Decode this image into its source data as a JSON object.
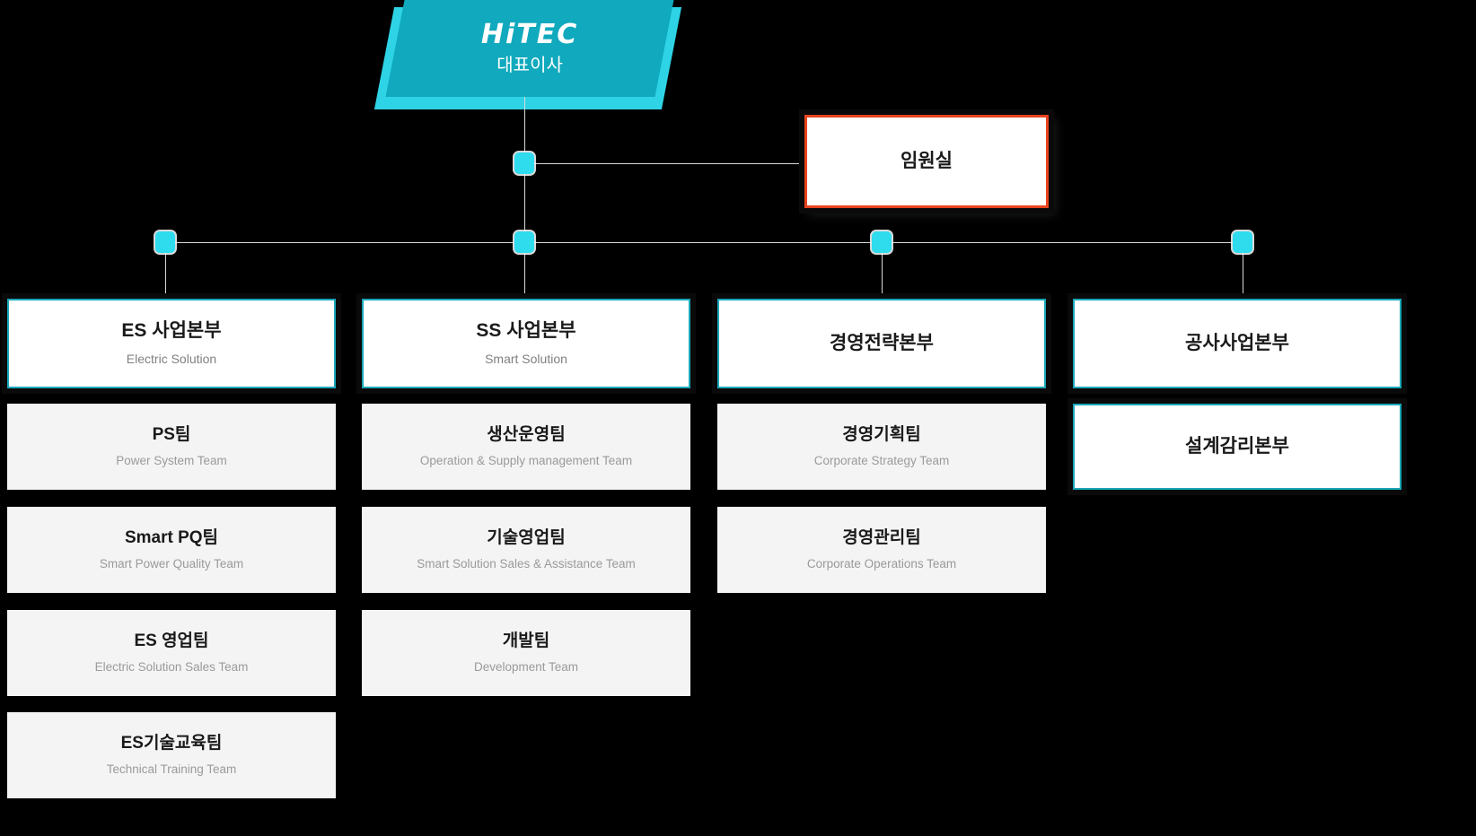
{
  "chart": {
    "type": "org-chart",
    "title": "HITEC Organization Chart",
    "colors": {
      "background": "#000000",
      "ceo_fill": "#10a9bd",
      "ceo_shadow": "#2ed4e6",
      "node": "#2fdcee",
      "division_border": "#1aa7b8",
      "executive_border": "#e8441f",
      "team_fill": "#f4f4f4",
      "line": "#d8d8d8"
    }
  },
  "ceo": {
    "logo": "HiTEC",
    "title": "대표이사"
  },
  "executive": {
    "title": "임원실"
  },
  "divisions": [
    {
      "id": "es",
      "kr": "ES 사업본부",
      "en": "Electric Solution",
      "teams": [
        {
          "kr": "PS팀",
          "en": "Power System Team"
        },
        {
          "kr": "Smart PQ팀",
          "en": "Smart Power Quality Team"
        },
        {
          "kr": "ES 영업팀",
          "en": "Electric Solution Sales Team"
        },
        {
          "kr": "ES기술교육팀",
          "en": "Technical Training Team"
        }
      ]
    },
    {
      "id": "ss",
      "kr": "SS 사업본부",
      "en": "Smart Solution",
      "teams": [
        {
          "kr": "생산운영팀",
          "en": "Operation & Supply management Team"
        },
        {
          "kr": "기술영업팀",
          "en": "Smart Solution Sales & Assistance Team"
        },
        {
          "kr": "개발팀",
          "en": "Development Team"
        }
      ]
    },
    {
      "id": "strategy",
      "kr": "경영전략본부",
      "en": "",
      "teams": [
        {
          "kr": "경영기획팀",
          "en": "Corporate Strategy Team"
        },
        {
          "kr": "경영관리팀",
          "en": "Corporate Operations Team"
        }
      ]
    },
    {
      "id": "construction",
      "kr": "공사사업본부",
      "en": "",
      "teams": [
        {
          "kr": "설계감리본부",
          "en": ""
        }
      ]
    }
  ]
}
